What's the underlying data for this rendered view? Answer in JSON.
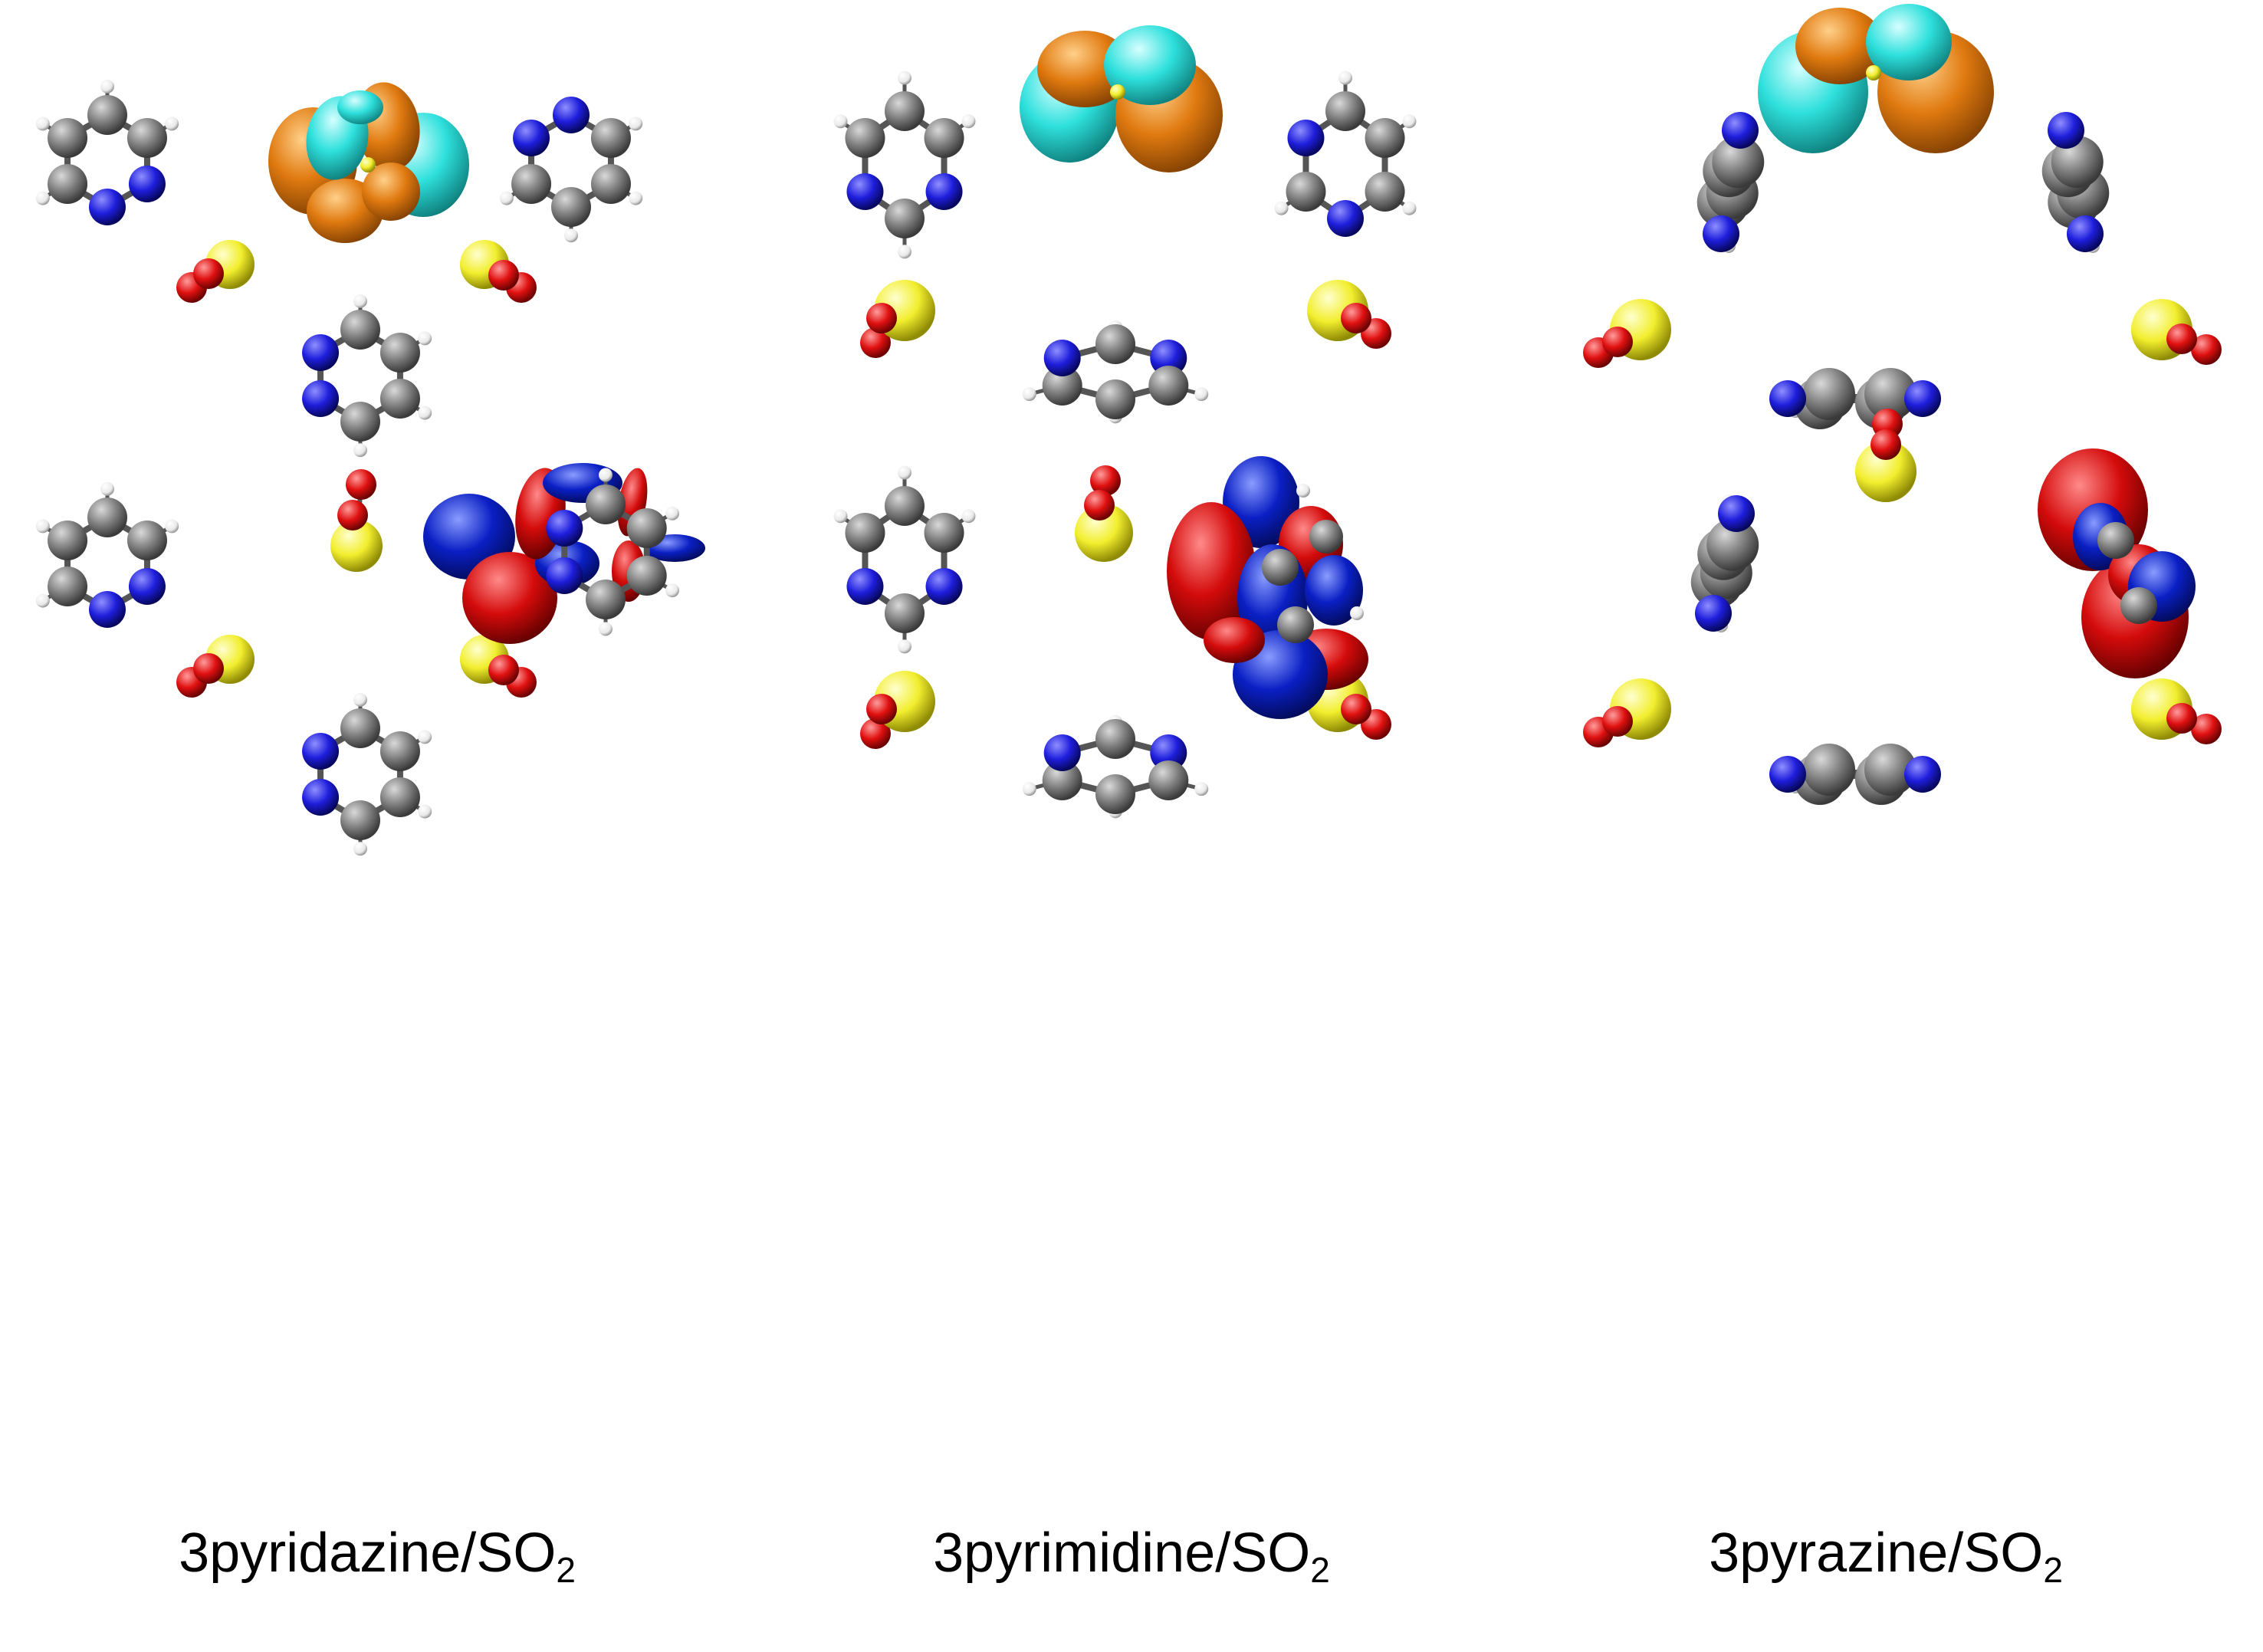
{
  "panels": [
    {
      "name": "3pyridazine/SO",
      "subscript": "2"
    },
    {
      "name": "3pyrimidine/SO",
      "subscript": "2"
    },
    {
      "name": "3pyrazine/SO",
      "subscript": "2"
    }
  ],
  "colors": {
    "carbon": "#7a7a7a",
    "nitrogen": "#1a1ad6",
    "hydrogen": "#f4f4f4",
    "sulfur": "#f2ee2e",
    "oxygen": "#e01010",
    "orbital_orange": "#e07a10",
    "orbital_cyan": "#2ee0dc",
    "orbital_red": "#d40b0b",
    "orbital_blue": "#0a1fc4"
  }
}
